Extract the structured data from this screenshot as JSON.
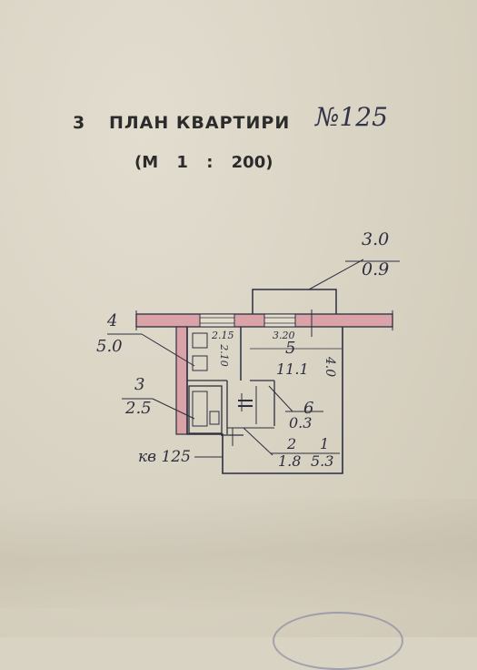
{
  "header": {
    "section_number": "3",
    "title": "ПЛАН КВАРТИРИ",
    "apartment_number": "№125",
    "scale": "(М  1 : 200)"
  },
  "plan": {
    "balcony_label": {
      "number": "3.0",
      "area": "0.9"
    },
    "rooms": [
      {
        "number": "4",
        "area": "5.0"
      },
      {
        "number": "3",
        "area": "2.5"
      },
      {
        "number": "5",
        "area": "11.1"
      },
      {
        "number": "6",
        "area": "0.3"
      },
      {
        "number": "2",
        "area": "1.8"
      },
      {
        "number": "1",
        "area": "5.3"
      }
    ],
    "dimensions": {
      "kitchen_width": "2.15",
      "kitchen_depth": "2.10",
      "room_width": "3.20",
      "room_depth": "4.0"
    },
    "apartment_label": "кв 125"
  },
  "colors": {
    "wall_fill": "#d9a3a8",
    "ink": "#2d2e40",
    "paper": "#d9d3c3"
  }
}
